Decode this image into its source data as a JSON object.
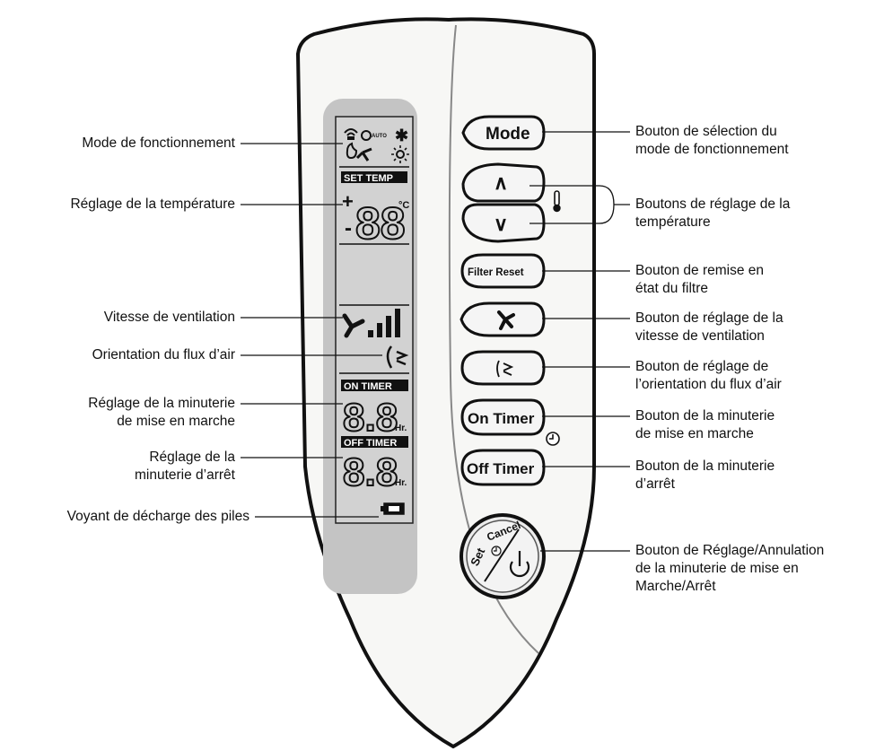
{
  "left_labels": {
    "mode": "Mode de fonctionnement",
    "temperature": "Réglage de la température",
    "fan_speed": "Vitesse de ventilation",
    "airflow": "Orientation du flux d’air",
    "on_timer": "Réglage de la minuterie\nde mise en marche",
    "off_timer": "Réglage de la\nminuterie d’arrêt",
    "battery": "Voyant de décharge des piles"
  },
  "right_labels": {
    "mode_button": "Bouton de sélection du\nmode de fonctionnement",
    "temp_buttons": "Boutons de réglage de la\ntempérature",
    "filter_button": "Bouton de remise en\nétat du filtre",
    "fan_button": "Bouton de réglage de la\nvitesse de ventilation",
    "airflow_button": "Bouton de réglage de\nl’orientation du flux d’air",
    "on_timer_button": "Bouton de la minuterie\nde mise en marche",
    "off_timer_button": "Bouton de la minuterie\nd’arrêt",
    "set_cancel_button": "Bouton de Réglage/Annulation\nde la minuterie de mise en\nMarche/Arrêt"
  },
  "buttons": {
    "mode": "Mode",
    "filter_reset": "Filter Reset",
    "on_timer": "On Timer",
    "off_timer": "Off Timer",
    "set": "Set",
    "cancel": "Cancel",
    "up": "∧",
    "down": "∨"
  },
  "lcd": {
    "set_temp": "SET TEMP",
    "on_timer": "ON TIMER",
    "off_timer": "OFF TIMER",
    "auto": "AUTO",
    "digits_temp": "88",
    "digits_on": "8.8",
    "digits_off": "8.8",
    "hr": "Hr.",
    "celsius": "°C",
    "plus": "+",
    "minus": "-"
  }
}
